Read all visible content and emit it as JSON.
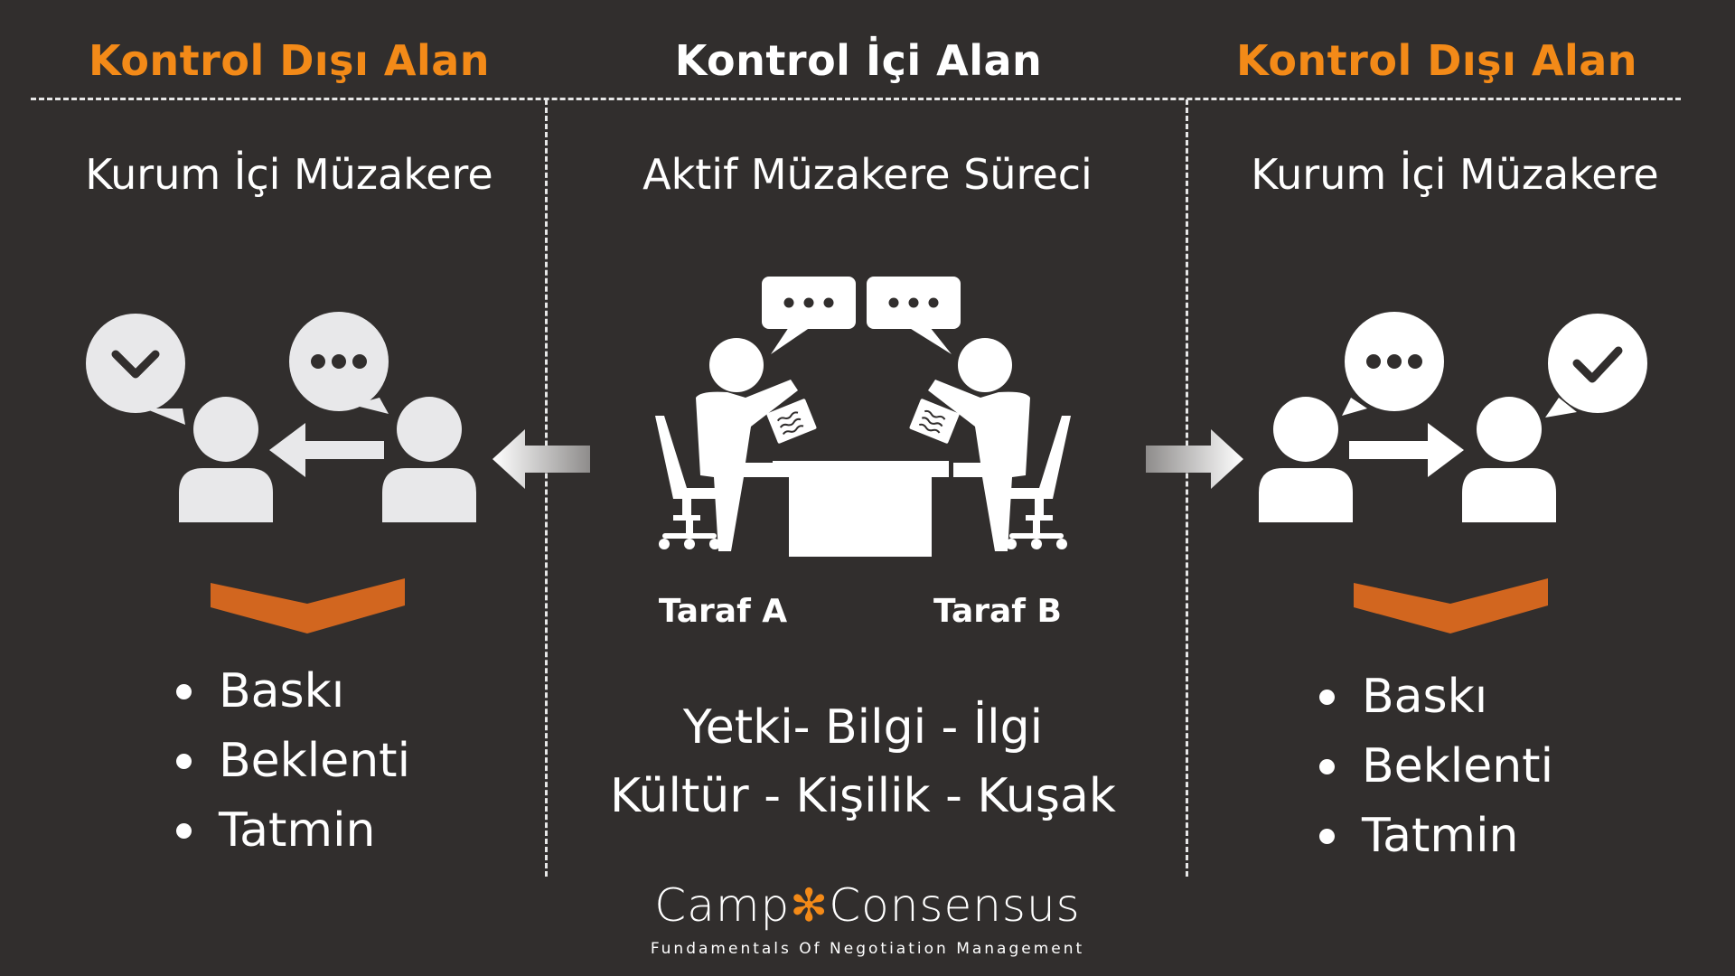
{
  "left": {
    "header": "Kontrol Dışı Alan",
    "subtitle": "Kurum İçi Müzakere",
    "bullets": [
      "Baskı",
      "Beklenti",
      "Tatmin"
    ]
  },
  "center": {
    "header": "Kontrol İçi Alan",
    "subtitle": "Aktif Müzakere Süreci",
    "party_a": "Taraf A",
    "party_b": "Taraf B",
    "factors_line1": "Yetki- Bilgi - İlgi",
    "factors_line2": "Kültür - Kişilik - Kuşak"
  },
  "right": {
    "header": "Kontrol Dışı Alan",
    "subtitle": "Kurum İçi Müzakere",
    "bullets": [
      "Baskı",
      "Beklenti",
      "Tatmin"
    ]
  },
  "brand": {
    "name_part1": "Camp",
    "name_part2": "Consensus",
    "tagline": "Fundamentals Of Negotiation Management",
    "accent_color": "#f38a18"
  },
  "colors": {
    "background": "#312e2d",
    "header_orange": "#f38a18",
    "chevron": "#d2661f",
    "icon_light": "#e8e8ea"
  }
}
